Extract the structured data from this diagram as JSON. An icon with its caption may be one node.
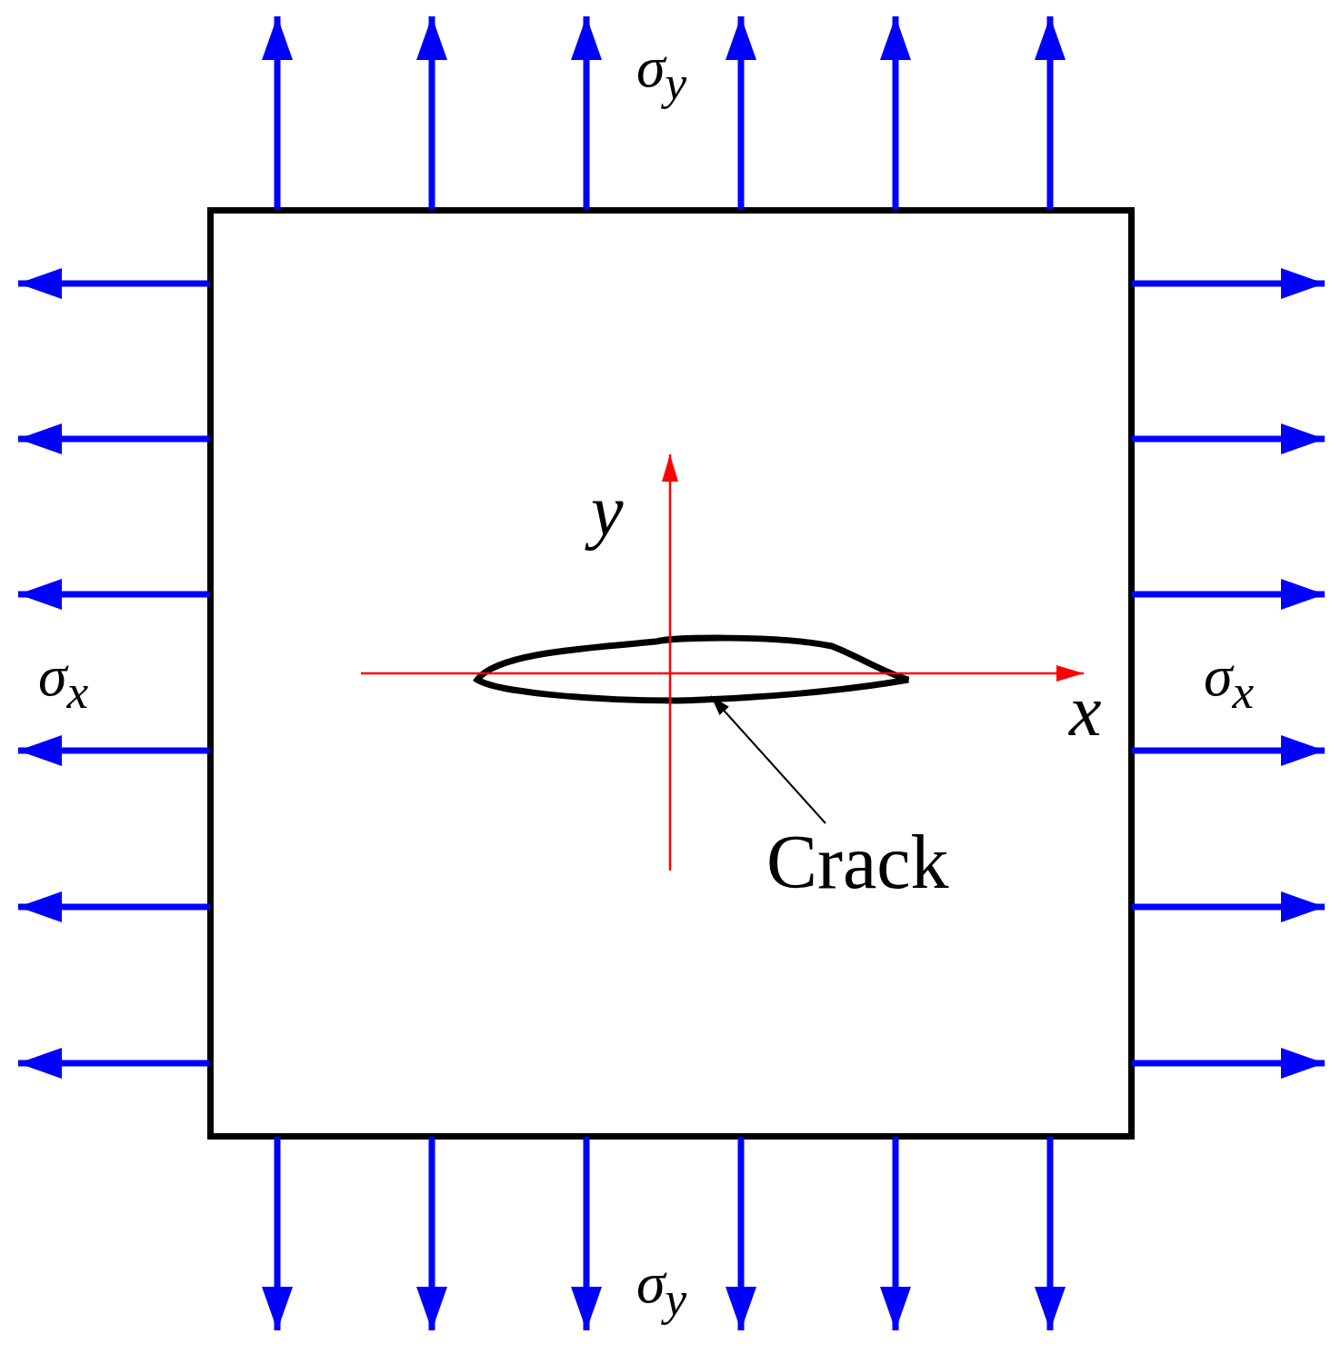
{
  "diagram": {
    "nodes": [
      {
        "text": [],
        "shape": "box"
      },
      {
        "text": [],
        "shape": "ellipse",
        "in": 0
      },
      {
        "text": [
          "Crack"
        ],
        "in": 0
      }
    ],
    "edges": [
      {
        "from": 2,
        "to": 1,
        "arrow": "to"
      }
    ],
    "labels": [
      "σ$_{y}$",
      "y",
      "σ$_{x}$",
      "σ$_{x}$",
      "x",
      "σ$_{y}$"
    ]
  }
}
